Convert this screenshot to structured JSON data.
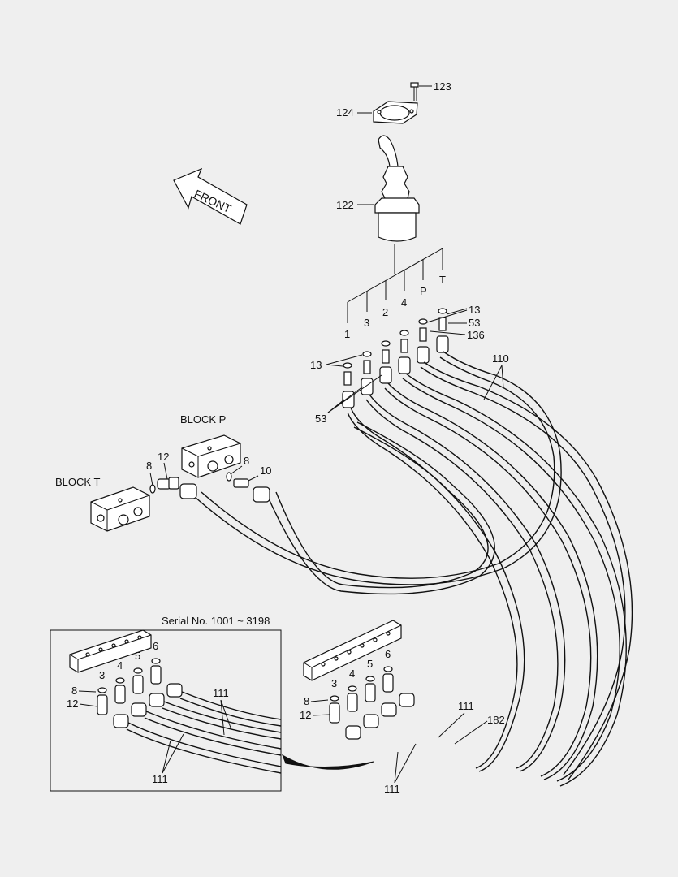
{
  "labels": {
    "p123": "123",
    "p124": "124",
    "p122": "122",
    "front": "FRONT",
    "port_1": "1",
    "port_3": "3",
    "port_2": "2",
    "port_4": "4",
    "port_P": "P",
    "port_T": "T",
    "p13_top": "13",
    "p53_top": "53",
    "p136": "136",
    "p110": "110",
    "p13_left": "13",
    "p53_left": "53",
    "block_p": "BLOCK  P",
    "block_t": "BLOCK  T",
    "p12_main": "12",
    "p8_main": "8",
    "p8_right": "8",
    "p10": "10",
    "serial": "Serial No. 1001 ~ 3198",
    "inset_3": "3",
    "inset_4": "4",
    "inset_5": "5",
    "inset_6": "6",
    "inset_8": "8",
    "inset_12": "12",
    "inset_111_a": "111",
    "inset_111_b": "111",
    "lower_3": "3",
    "lower_4": "4",
    "lower_5": "5",
    "lower_6": "6",
    "lower_8": "8",
    "lower_12": "12",
    "lower_111_a": "111",
    "lower_182": "182",
    "lower_111_b": "111"
  }
}
